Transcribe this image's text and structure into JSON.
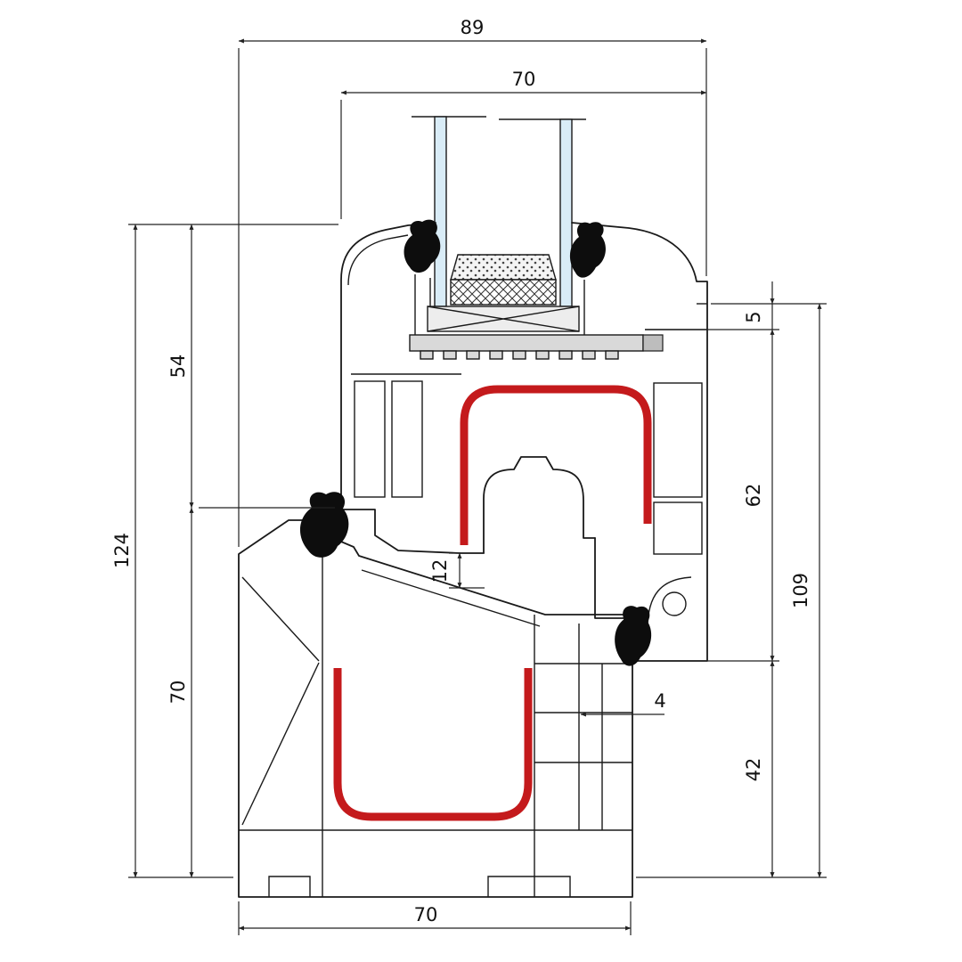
{
  "drawing": {
    "type": "window-frame-profile-cross-section",
    "dims": {
      "overall_width": "89",
      "sash_width": "70",
      "upper_height": "54",
      "overall_height": "124",
      "frame_height": "70",
      "gap": "5",
      "mid_height": "62",
      "right_overall_height": "109",
      "lower_height": "42",
      "rebate_gap": "12",
      "wall_thickness": "4",
      "frame_width": "70"
    },
    "colors": {
      "line": "#1a1a1a",
      "dimension": "#222222",
      "reinforcement": "#c41a1c",
      "glass": "#d9ecf7",
      "filler": "#d9d9d9"
    }
  }
}
